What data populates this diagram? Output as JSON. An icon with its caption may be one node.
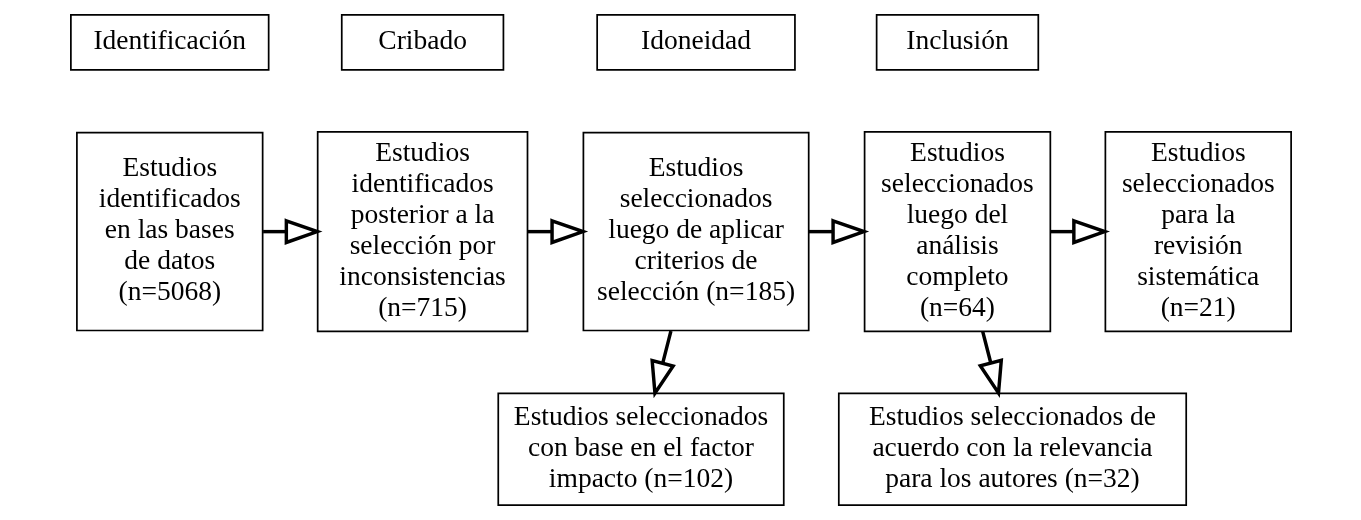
{
  "diagram": {
    "nodes": [
      {
        "text": [
          "Identificación"
        ]
      },
      {
        "text": [
          "Cribado"
        ]
      },
      {
        "text": [
          "Idoneidad"
        ]
      },
      {
        "text": [
          "Inclusión"
        ]
      },
      {
        "text": [
          "Estudios identificados en las bases de datos (n=5068)"
        ]
      },
      {
        "text": [
          "Estudios identificados posterior a la selección por inconsistencias (n=715)"
        ]
      },
      {
        "text": [
          "Estudios seleccionados luego de aplicar criterios de selección (n=185)"
        ]
      },
      {
        "text": [
          "Estudios seleccionados luego del análisis completo (n=64)"
        ]
      },
      {
        "text": [
          "Estudios seleccionados para la revisión sistemática (n=21)"
        ]
      },
      {
        "text": [
          "Estudios seleccionados con base en el factor impacto (n=102)"
        ]
      },
      {
        "text": [
          "Estudios seleccionados de acuerdo con la relevancia para los autores (n=32)"
        ]
      }
    ],
    "edges": [
      {
        "from": 4,
        "to": 5,
        "arrow": "to"
      },
      {
        "from": 5,
        "to": 6,
        "arrow": "to"
      },
      {
        "from": 6,
        "to": 7,
        "arrow": "to"
      },
      {
        "from": 7,
        "to": 8,
        "arrow": "to"
      },
      {
        "from": 6,
        "to": 9,
        "arrow": "to"
      },
      {
        "from": 7,
        "to": 10,
        "arrow": "to"
      }
    ]
  }
}
